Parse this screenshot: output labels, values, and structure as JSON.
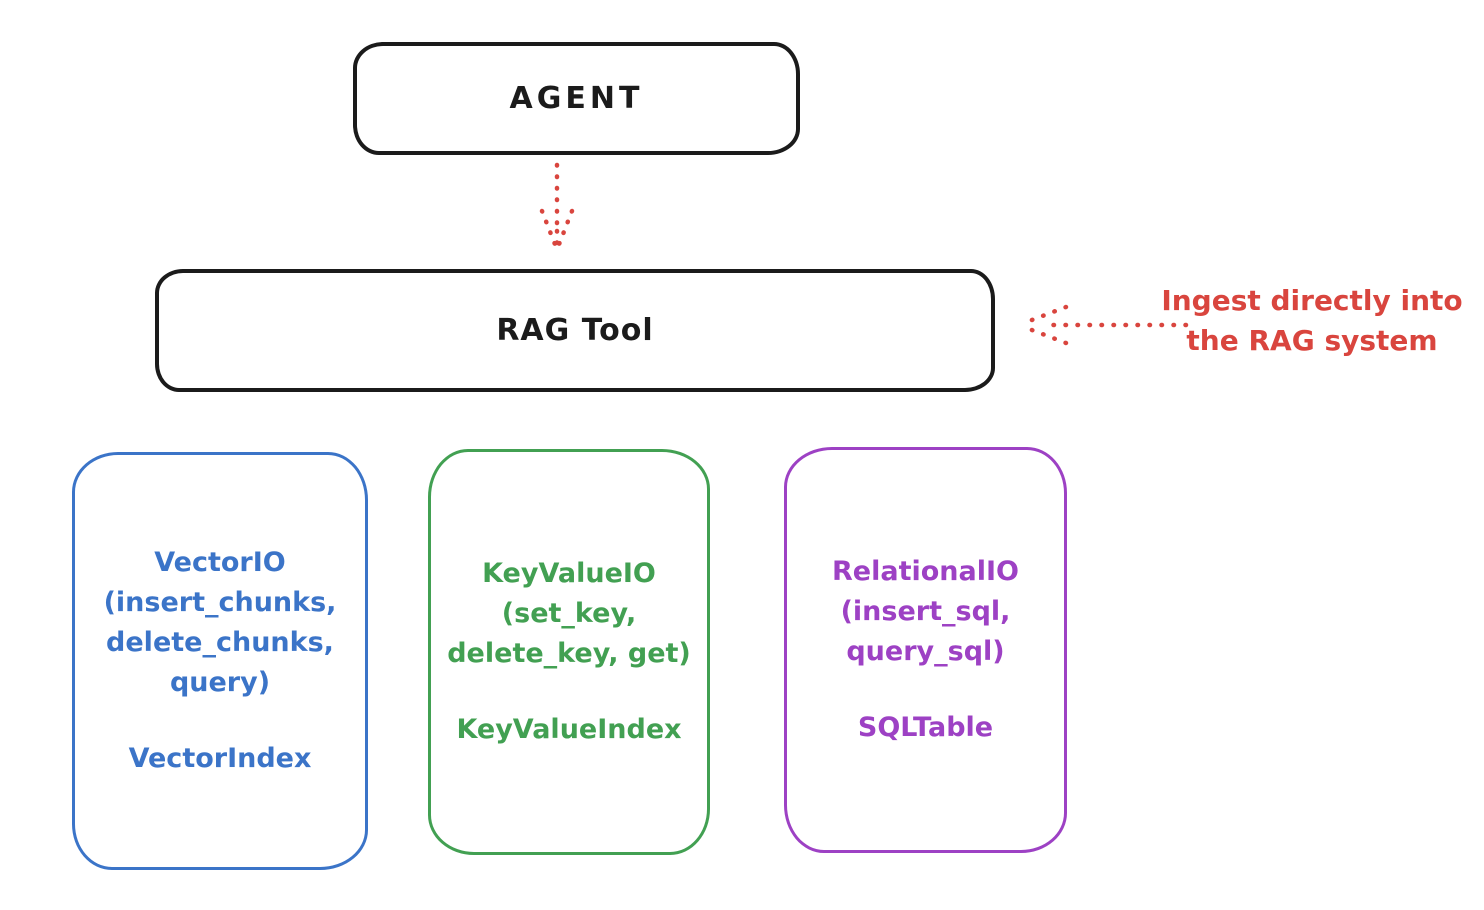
{
  "colors": {
    "stroke": "#1b1b1b",
    "red": "#d9453e",
    "blue": "#3b74c8",
    "green": "#42a052",
    "purple": "#9d41c4"
  },
  "nodes": {
    "agent": {
      "label": "AGENT"
    },
    "rag_tool": {
      "label": "RAG Tool"
    },
    "vector_io": {
      "title_lines": [
        "VectorIO",
        "(insert_chunks,",
        "delete_chunks,",
        "query)"
      ],
      "index": "VectorIndex"
    },
    "key_value_io": {
      "title_lines": [
        "KeyValueIO",
        "(set_key,",
        "delete_key, get)"
      ],
      "index": "KeyValueIndex"
    },
    "relational_io": {
      "title_lines": [
        "RelationalIO",
        "(insert_sql,",
        "query_sql)"
      ],
      "index": "SQLTable"
    }
  },
  "annotation": {
    "line1": "Ingest directly into",
    "line2": "the RAG system"
  }
}
